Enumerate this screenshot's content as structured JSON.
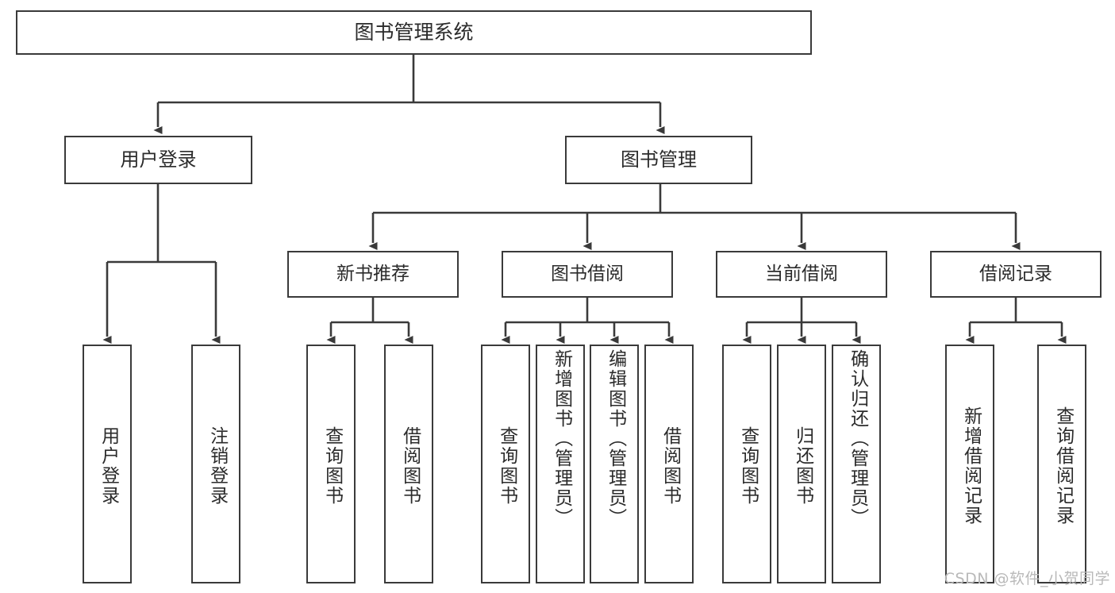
{
  "diagram": {
    "title": "图书管理系统",
    "watermark": "CSDN @软件_小贺同学",
    "type": "tree-hierarchy",
    "orientation": "top-down",
    "colors": {
      "box_border": "#3a3a3a",
      "box_fill": "#ffffff",
      "connector": "#3a3a3a",
      "text": "#2b2b2b",
      "watermark": "#b9b9b9",
      "background": "#ffffff"
    },
    "root": {
      "id": "root",
      "label": "图书管理系统"
    },
    "level1": [
      {
        "id": "user-login",
        "label": "用户登录"
      },
      {
        "id": "book-manage",
        "label": "图书管理"
      }
    ],
    "level2": [
      {
        "id": "new-book-recommend",
        "label": "新书推荐",
        "parent": "book-manage"
      },
      {
        "id": "book-borrow",
        "label": "图书借阅",
        "parent": "book-manage"
      },
      {
        "id": "current-borrow",
        "label": "当前借阅",
        "parent": "book-manage"
      },
      {
        "id": "borrow-record",
        "label": "借阅记录",
        "parent": "book-manage"
      }
    ],
    "leaves": [
      {
        "id": "leaf-user-login",
        "label": "用户登录",
        "parent": "user-login"
      },
      {
        "id": "leaf-logout-login",
        "label": "注销登录",
        "parent": "user-login"
      },
      {
        "id": "leaf-query-book-1",
        "label": "查询图书",
        "parent": "new-book-recommend"
      },
      {
        "id": "leaf-borrow-book-1",
        "label": "借阅图书",
        "parent": "new-book-recommend"
      },
      {
        "id": "leaf-query-book-2",
        "label": "查询图书",
        "parent": "book-borrow"
      },
      {
        "id": "leaf-add-book",
        "label": "新增图书（管理员）",
        "parent": "book-borrow"
      },
      {
        "id": "leaf-edit-book",
        "label": "编辑图书（管理员）",
        "parent": "book-borrow"
      },
      {
        "id": "leaf-borrow-book-2",
        "label": "借阅图书",
        "parent": "book-borrow"
      },
      {
        "id": "leaf-query-book-3",
        "label": "查询图书",
        "parent": "current-borrow"
      },
      {
        "id": "leaf-return-book",
        "label": "归还图书",
        "parent": "current-borrow"
      },
      {
        "id": "leaf-confirm-return",
        "label": "确认归还（管理员）",
        "parent": "current-borrow"
      },
      {
        "id": "leaf-add-record",
        "label": "新增借阅记录",
        "parent": "borrow-record"
      },
      {
        "id": "leaf-query-record",
        "label": "查询借阅记录",
        "parent": "borrow-record"
      }
    ]
  }
}
